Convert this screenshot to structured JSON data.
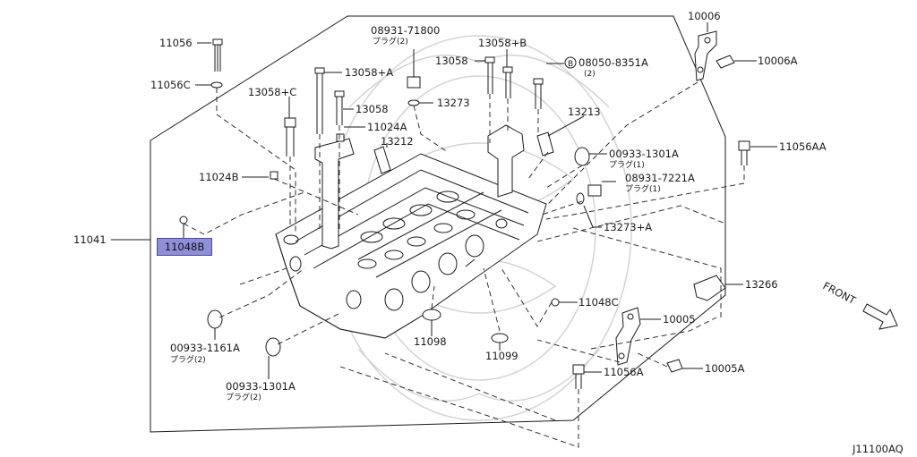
{
  "labels": {
    "p11056": "11056",
    "p11056C": "11056C",
    "p13058C": "13058+C",
    "p13058A": "13058+A",
    "p13058": "13058",
    "p11024A": "11024A",
    "p13212": "13212",
    "p11024B": "11024B",
    "p11041": "11041",
    "p11048B": "11048B",
    "p08931_71800": "08931-71800",
    "p08931_71800_sub": "プラグ(2)",
    "p13058B": "13058+B",
    "p13058_r": "13058",
    "p08050": "08050-8351A",
    "p08050_sub": "(2)",
    "p08050_mark": "B",
    "p13273": "13273",
    "p13213": "13213",
    "p10006": "10006",
    "p10006A": "10006A",
    "p11056AA": "11056AA",
    "p00933_1301A_top": "00933-1301A",
    "p00933_1301A_top_sub": "プラグ(1)",
    "p08931_7221A": "08931-7221A",
    "p08931_7221A_sub": "プラグ(1)",
    "p13273A": "13273+A",
    "p13266": "13266",
    "p11048C": "11048C",
    "p10005": "10005",
    "p11098": "11098",
    "p11099": "11099",
    "p00933_1161A": "00933-1161A",
    "p00933_1161A_sub": "プラグ(2)",
    "p00933_1301A_bot": "00933-1301A",
    "p00933_1301A_bot_sub": "プラグ(2)",
    "p11056A": "11056A",
    "p10005A": "10005A",
    "front": "FRONT",
    "diagram_code": "J11100AQ"
  }
}
